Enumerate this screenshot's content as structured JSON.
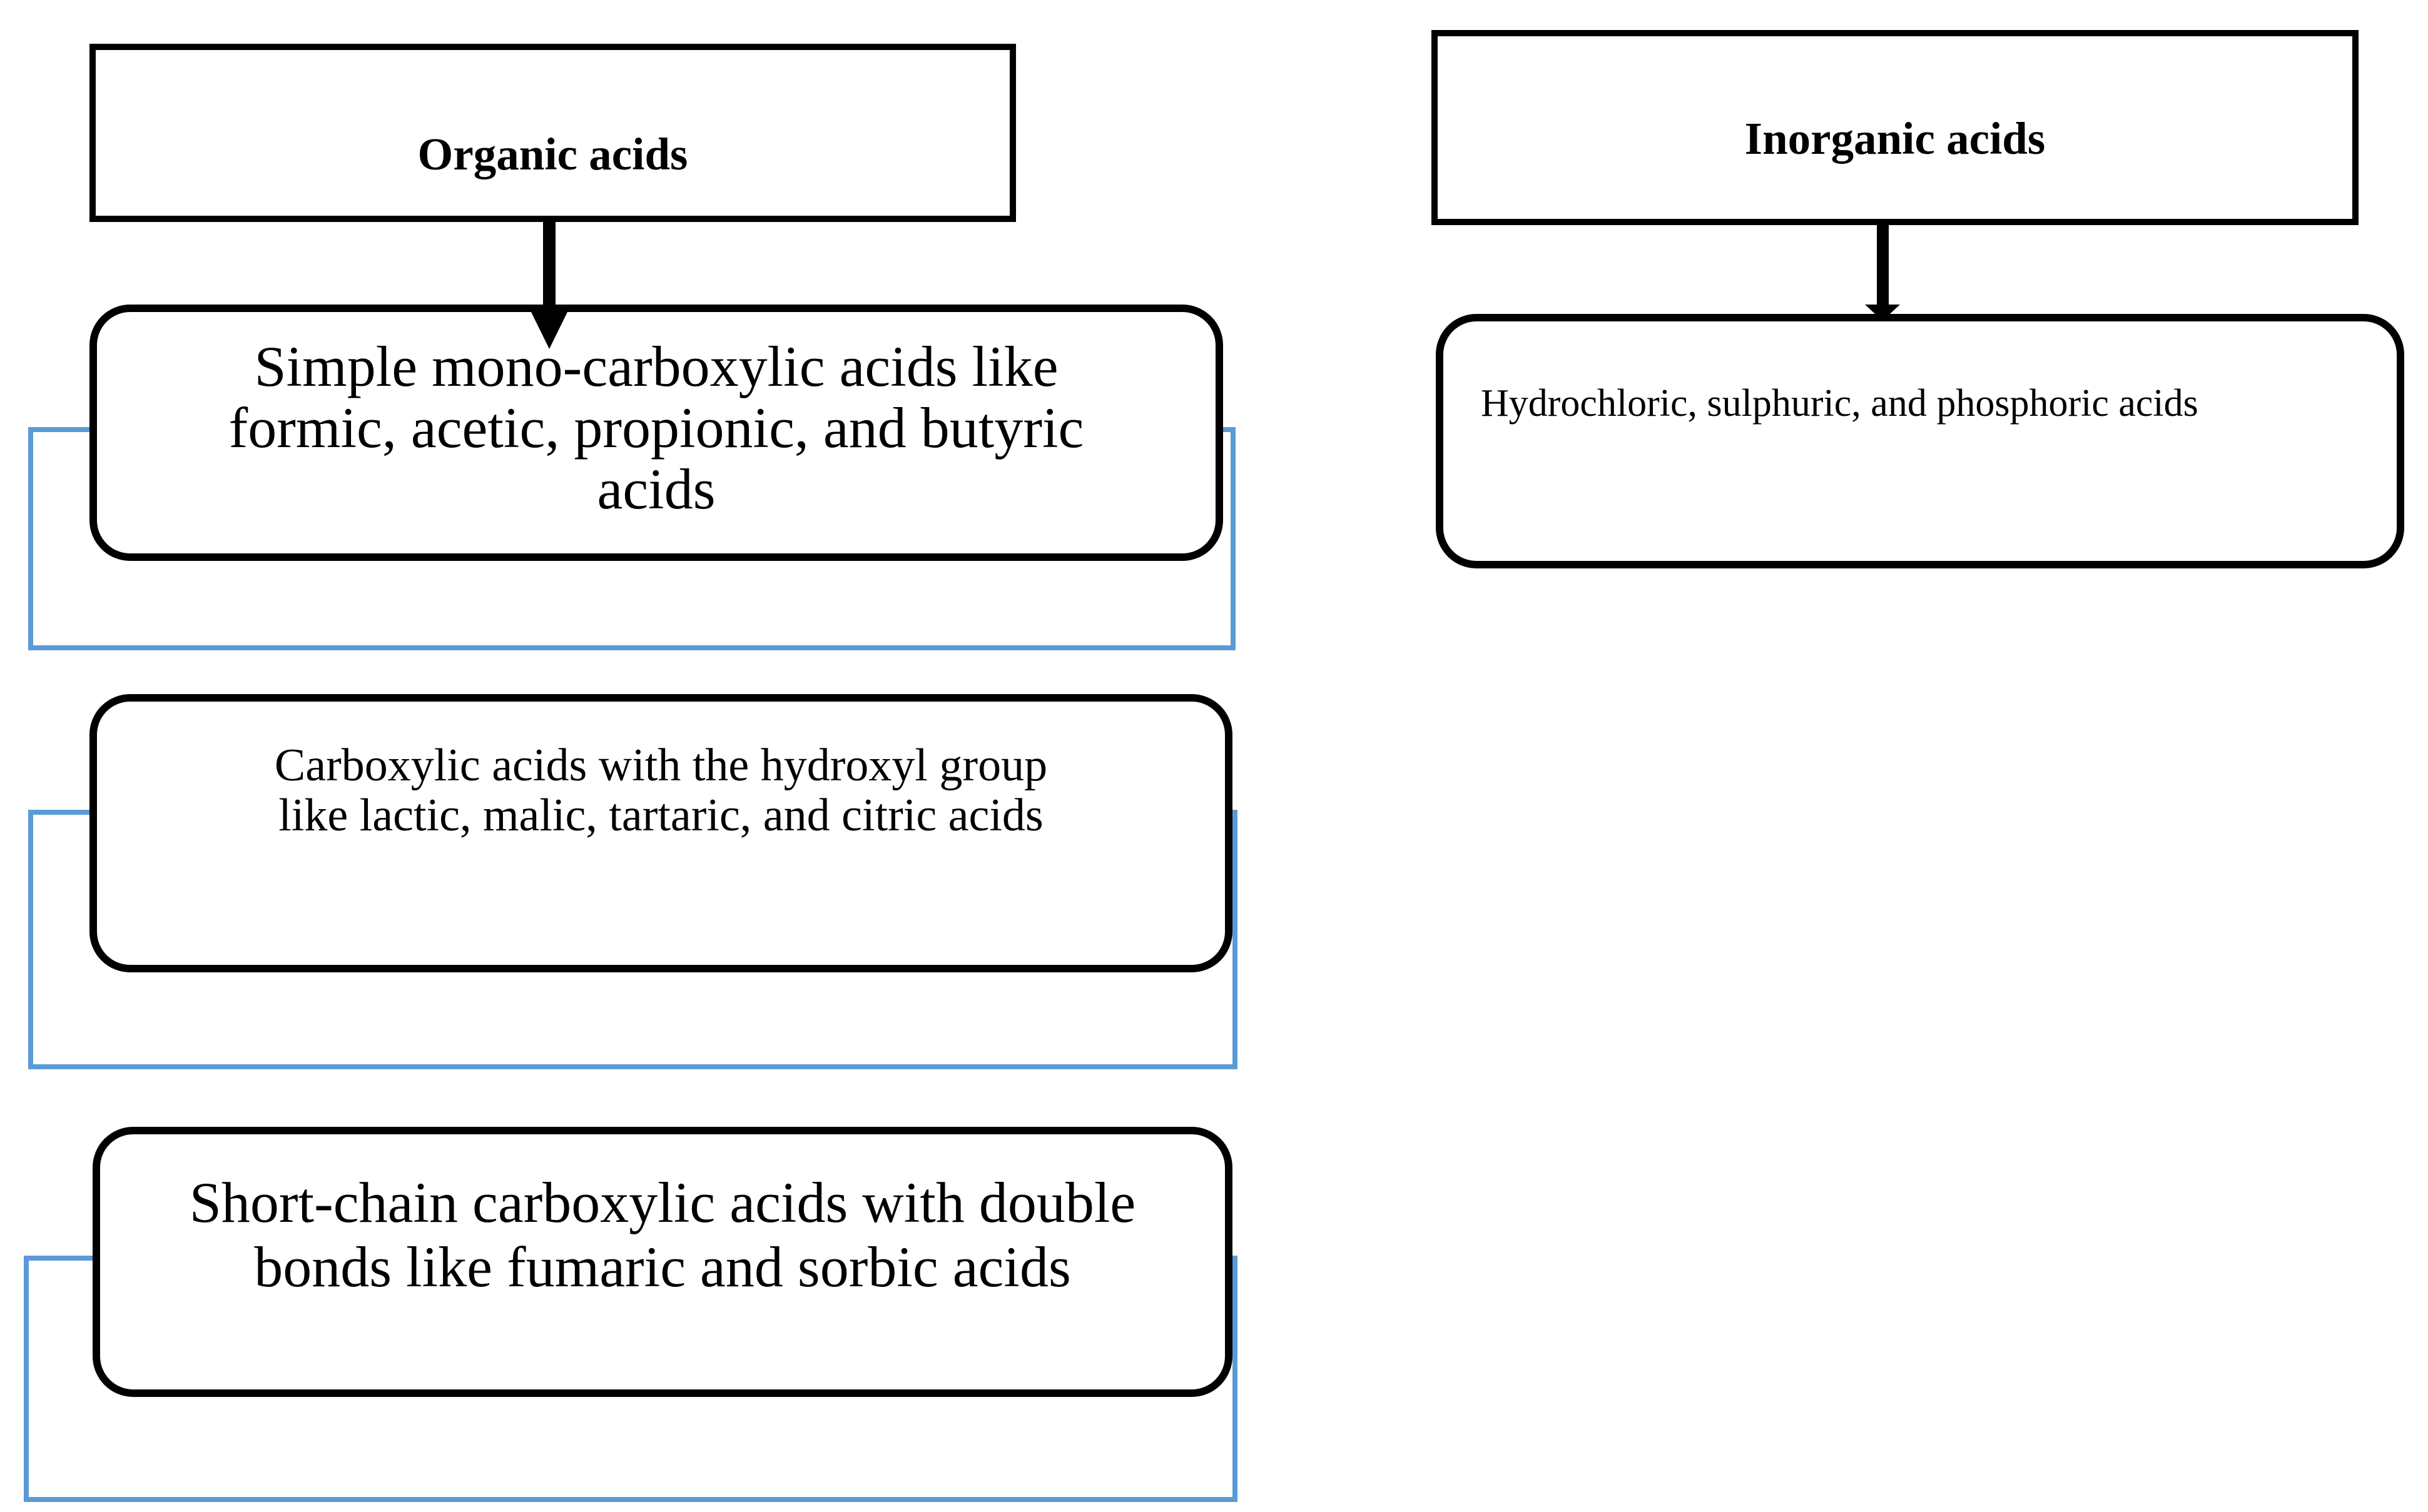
{
  "colors": {
    "stroke": "#000000",
    "callout": "#5b9bd5",
    "background": "#ffffff"
  },
  "organic": {
    "header": "Organic acids",
    "items": [
      {
        "lines": [
          "Simple mono-carboxylic acids like",
          "formic, acetic, propionic, and butyric",
          "acids"
        ]
      },
      {
        "lines": [
          "Carboxylic acids with the hydroxyl group",
          "like lactic, malic, tartaric, and citric acids"
        ]
      },
      {
        "lines": [
          "Short-chain carboxylic acids with double",
          "bonds like fumaric and sorbic acids"
        ]
      }
    ]
  },
  "inorganic": {
    "header": "Inorganic acids",
    "items": [
      {
        "lines": [
          "Hydrochloric, sulphuric, and phosphoric acids"
        ]
      }
    ]
  }
}
